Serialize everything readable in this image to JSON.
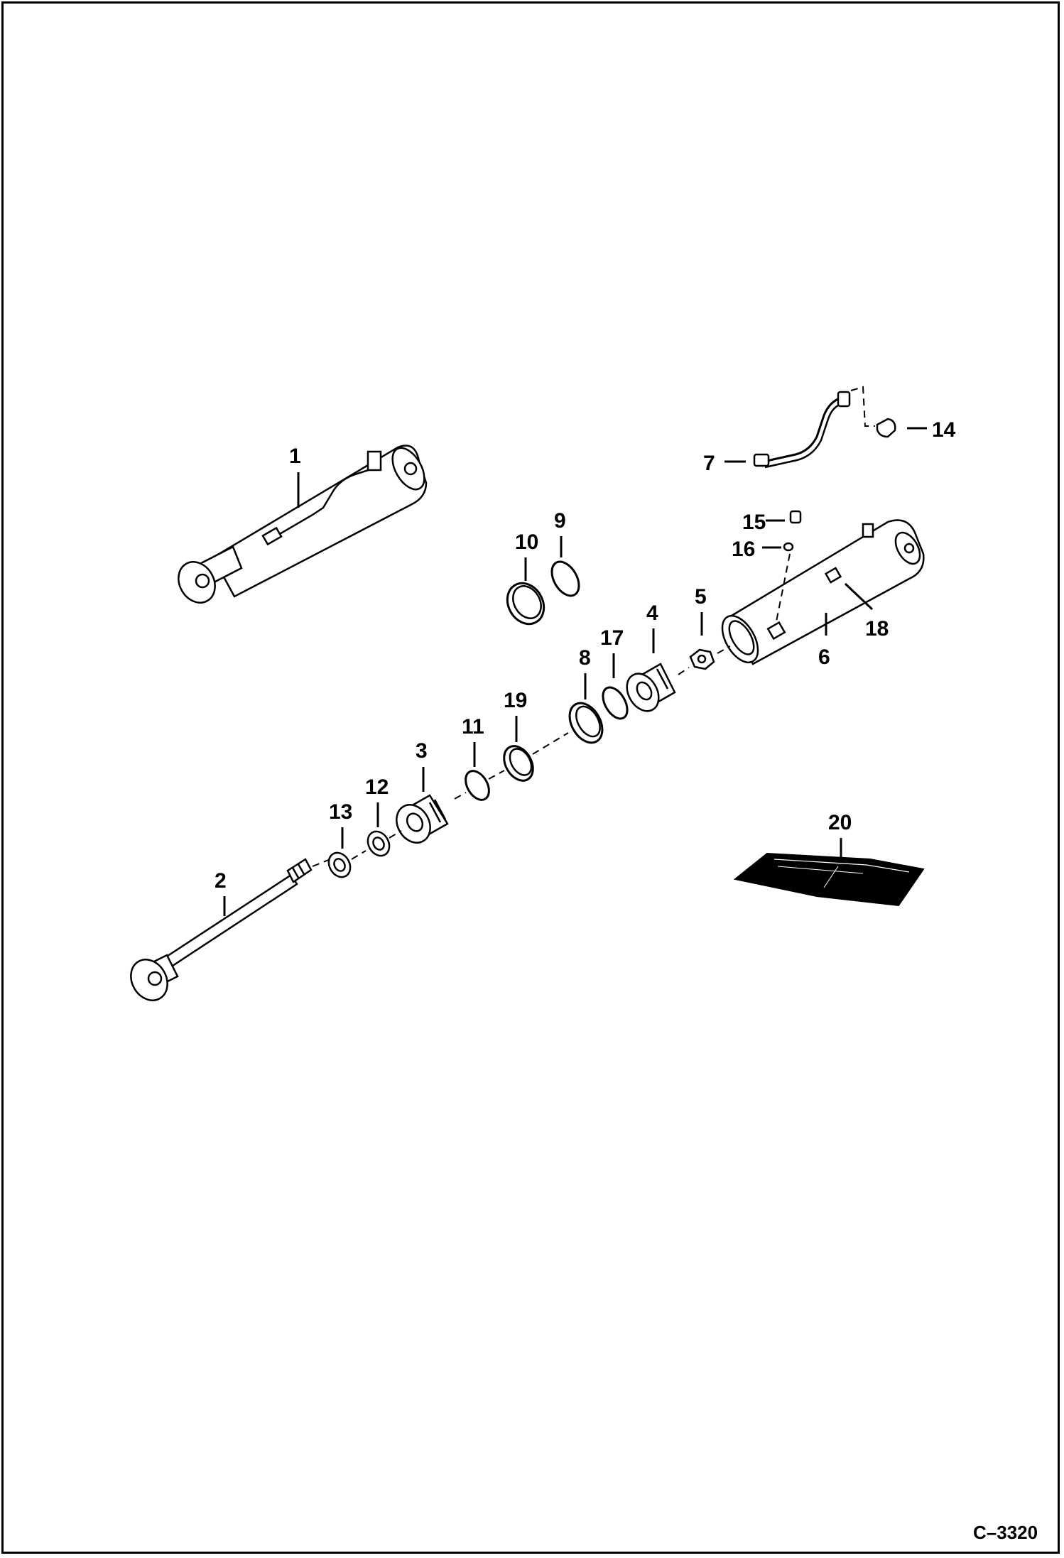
{
  "figure": {
    "figure_id": "C–3320",
    "callouts": {
      "c1": "1",
      "c2": "2",
      "c3": "3",
      "c4": "4",
      "c5": "5",
      "c6": "6",
      "c7": "7",
      "c8": "8",
      "c9": "9",
      "c10": "10",
      "c11": "11",
      "c12": "12",
      "c13": "13",
      "c14": "14",
      "c15": "15",
      "c16": "16",
      "c17": "17",
      "c18": "18",
      "c19": "19",
      "c20": "20"
    }
  }
}
